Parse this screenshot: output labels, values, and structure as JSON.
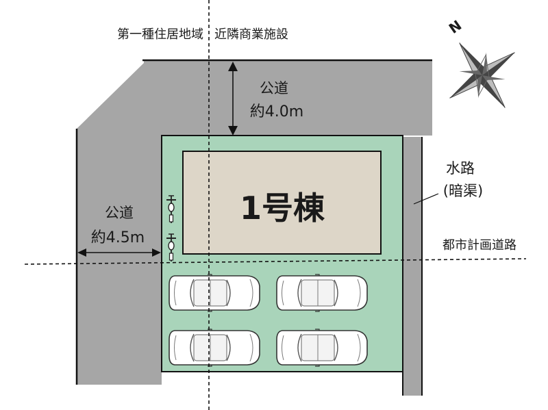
{
  "zones": {
    "left": "第一種住居地域",
    "right": "近隣商業施設"
  },
  "north_mark": "N",
  "road_top": {
    "name": "公道",
    "width": "約4.0m"
  },
  "road_left": {
    "name": "公道",
    "width": "約4.5m"
  },
  "waterway": {
    "name": "水路",
    "sub": "(暗渠)"
  },
  "planned_road": "都市計画道路",
  "building": {
    "label": "1号棟"
  },
  "parking": {
    "cars": 4,
    "bicycles": 2
  },
  "colors": {
    "road": "#a6a6a6",
    "lot": "#a9d4ba",
    "building": "#ddd6c8",
    "outline": "#111111"
  }
}
